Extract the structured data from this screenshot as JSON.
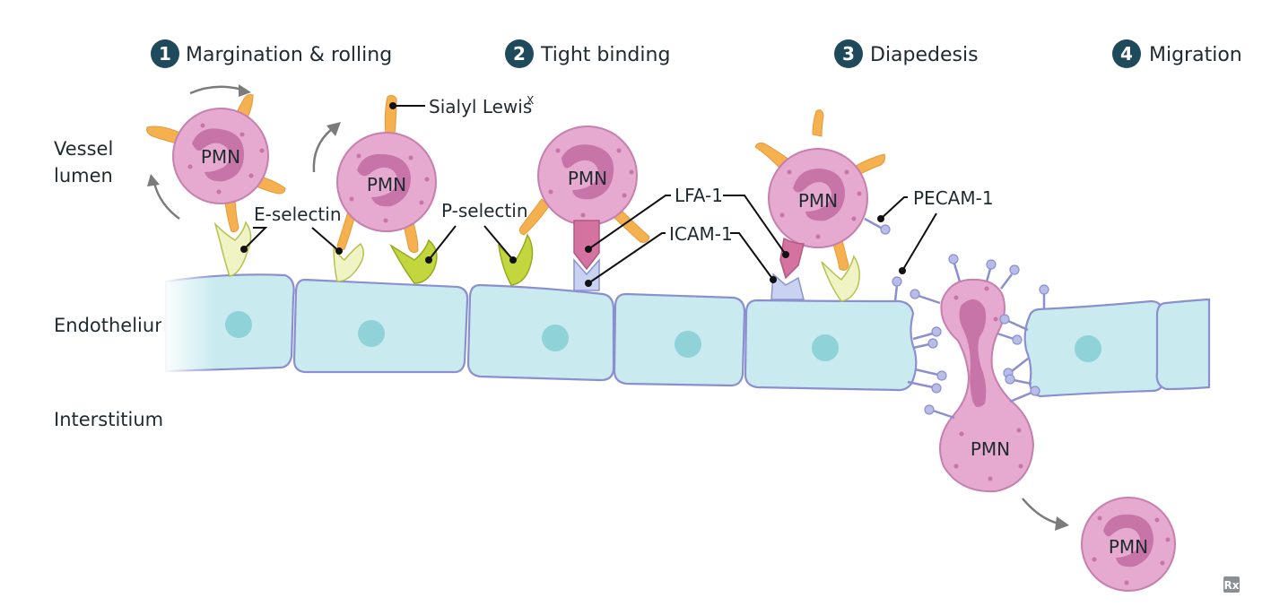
{
  "steps": [
    {
      "number": "1",
      "title": "Margination & rolling"
    },
    {
      "number": "2",
      "title": "Tight binding"
    },
    {
      "number": "3",
      "title": "Diapedesis"
    },
    {
      "number": "4",
      "title": "Migration"
    }
  ],
  "regions": {
    "lumen_line1": "Vessel",
    "lumen_line2": "lumen",
    "endothelium": "Endothelium",
    "interstitium": "Interstitium"
  },
  "labels": {
    "sialyl_lewis": "Sialyl Lewis",
    "sialyl_lewis_sup": "X",
    "e_selectin": "E-selectin",
    "p_selectin": "P-selectin",
    "lfa1": "LFA-1",
    "icam1": "ICAM-1",
    "pecam1": "PECAM-1"
  },
  "cell_label": "PMN",
  "logo": "Rx",
  "colors": {
    "step_circle": "#1e4a5c",
    "pmn": "#e6a9cf",
    "endothelium": "#c9ebf0",
    "ligand": "#f5b04f",
    "e_selectin": "#f0f4c5",
    "p_selectin": "#c3d63e",
    "icam1": "#c9d2f0",
    "lfa1": "#d4739f",
    "pecam1": "#8b8fd0"
  }
}
